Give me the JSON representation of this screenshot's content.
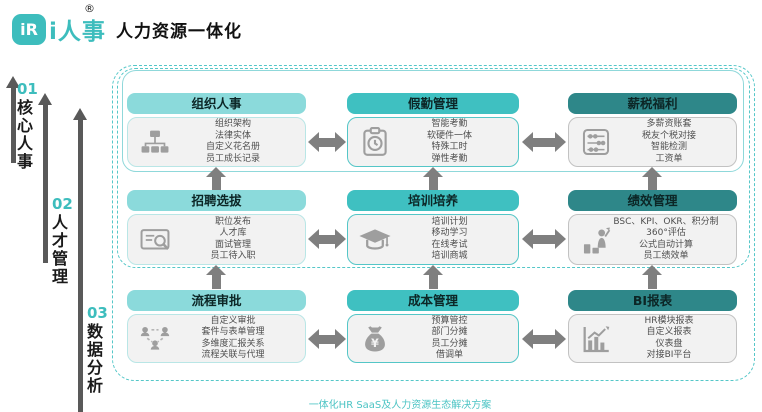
{
  "brand": {
    "logo_glyph": "iR",
    "reg_mark": "®",
    "name": "i人事",
    "page_title": "人力资源一体化"
  },
  "side_groups": [
    {
      "num": "01",
      "label": "核心人事"
    },
    {
      "num": "02",
      "label": "人才管理"
    },
    {
      "num": "03",
      "label": "数据分析"
    }
  ],
  "modules": [
    {
      "title": "组织人事",
      "icon": "org-chart-icon",
      "features": [
        "组织架构",
        "法律实体",
        "自定义花名册",
        "员工成长记录"
      ]
    },
    {
      "title": "假勤管理",
      "icon": "attendance-clock-icon",
      "features": [
        "智能考勤",
        "软硬件一体",
        "特殊工时",
        "弹性考勤"
      ]
    },
    {
      "title": "薪税福利",
      "icon": "abacus-icon",
      "features": [
        "多薪资账套",
        "税友个税对接",
        "智能检测",
        "工资单"
      ]
    },
    {
      "title": "招聘选拔",
      "icon": "resume-search-icon",
      "features": [
        "职位发布",
        "人才库",
        "面试管理",
        "员工待入职"
      ]
    },
    {
      "title": "培训培养",
      "icon": "graduation-cap-icon",
      "features": [
        "培训计划",
        "移动学习",
        "在线考试",
        "培训商城"
      ]
    },
    {
      "title": "绩效管理",
      "icon": "performance-growth-icon",
      "features": [
        "BSC、KPI、OKR、积分制",
        "360°评估",
        "公式自动计算",
        "员工绩效单"
      ]
    },
    {
      "title": "流程审批",
      "icon": "approval-flow-icon",
      "features": [
        "自定义审批",
        "套件与表单管理",
        "多维度汇报关系",
        "流程关联与代理"
      ]
    },
    {
      "title": "成本管理",
      "icon": "money-bag-icon",
      "features": [
        "预算管控",
        "部门分摊",
        "员工分摊",
        "借调单"
      ]
    },
    {
      "title": "BI报表",
      "icon": "bi-chart-icon",
      "features": [
        "HR模块报表",
        "自定义报表",
        "仪表盘",
        "对接BI平台"
      ]
    }
  ],
  "bottom_caption": "一体化HR SaaS及人力资源生态解决方案",
  "colors": {
    "brand_teal": "#3dbdbd",
    "header_light": "#8bdadb",
    "header_mid": "#3fc0c1",
    "header_dark": "#2e8789",
    "body_bg": "#f2f2f2",
    "arrow_gray": "#7f7f7f",
    "container_teal": "#55c7c8"
  }
}
